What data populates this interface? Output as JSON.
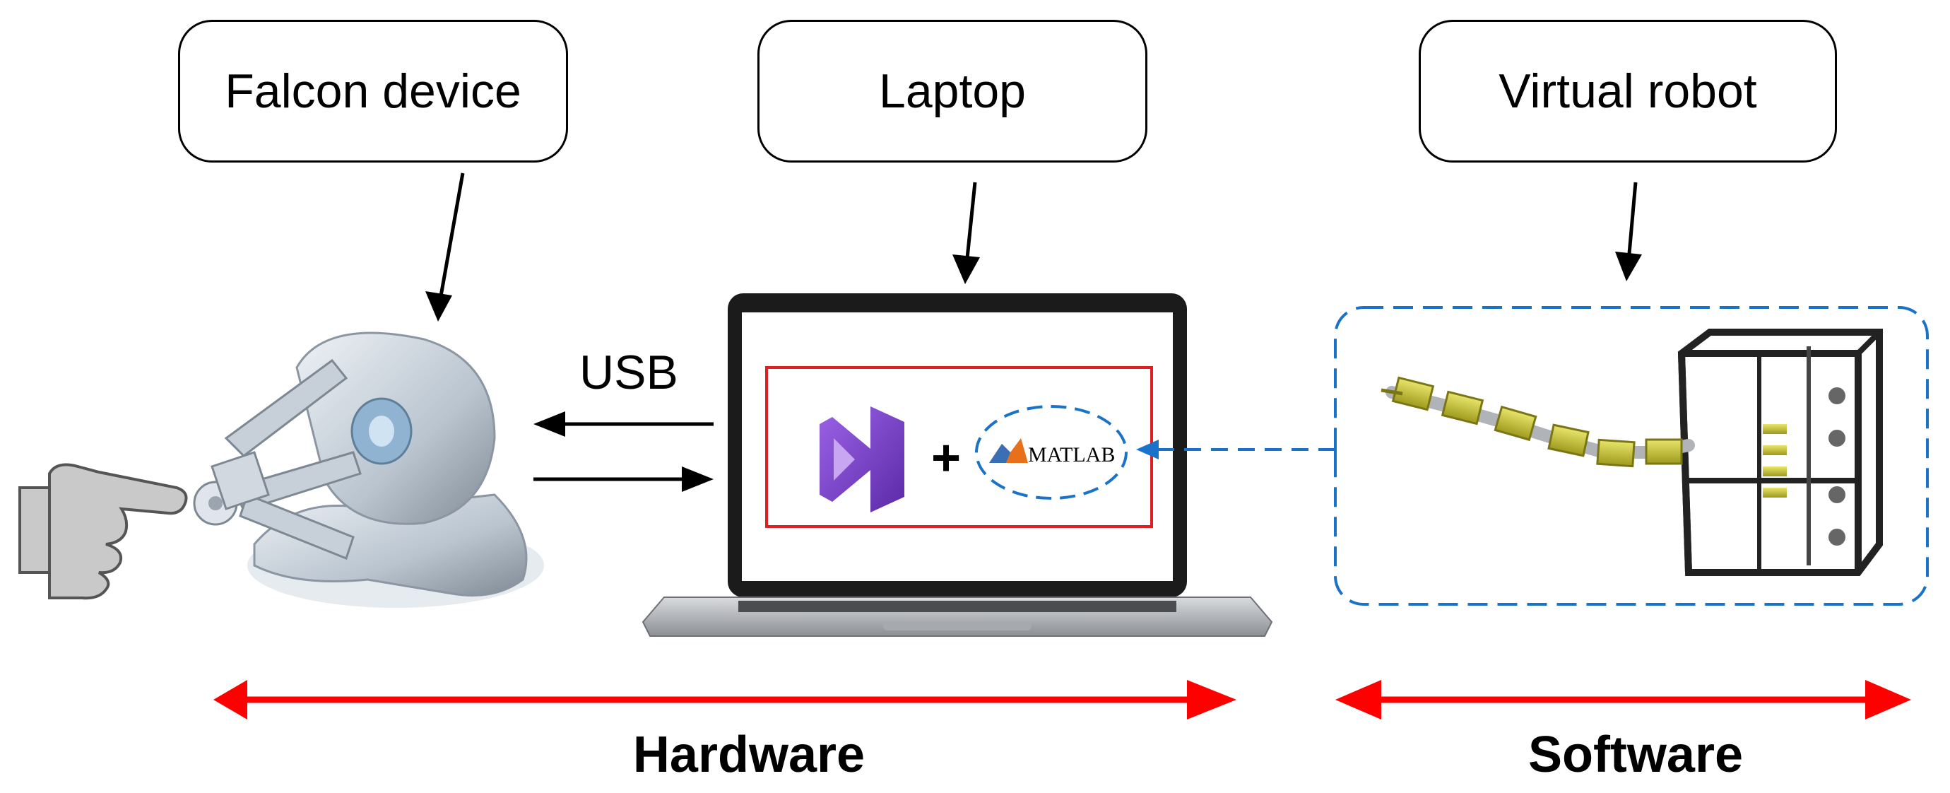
{
  "labels": {
    "falcon": "Falcon device",
    "laptop": "Laptop",
    "virtual_robot": "Virtual robot",
    "usb": "USB",
    "hardware": "Hardware",
    "software": "Software",
    "matlab": "MATLAB",
    "plus": "+"
  },
  "colors": {
    "range_arrow": "#ff0000",
    "dashed_link": "#1a73c8",
    "screen_frame": "#e02020",
    "vs_purple": "#8a4fd8",
    "robot_yellow": "#d6d23a"
  }
}
